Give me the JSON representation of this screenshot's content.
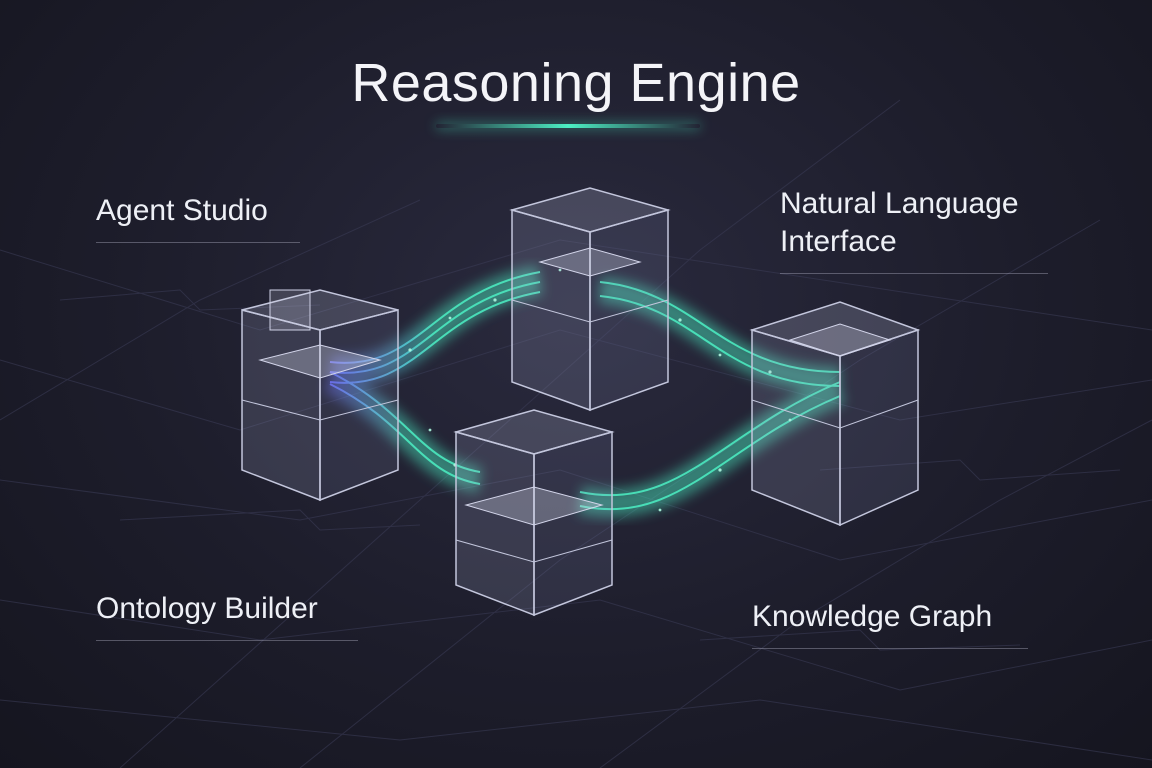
{
  "title": "Reasoning Engine",
  "labels": {
    "agent_studio": "Agent Studio",
    "nli_line1": "Natural Language",
    "nli_line2": "Interface",
    "ontology_builder": "Ontology Builder",
    "knowledge_graph": "Knowledge Graph"
  },
  "colors": {
    "background": "#1d1d2b",
    "accent_teal": "#4cf0c4",
    "accent_blue": "#6a6cff",
    "box_edge": "#b9bcd6"
  }
}
